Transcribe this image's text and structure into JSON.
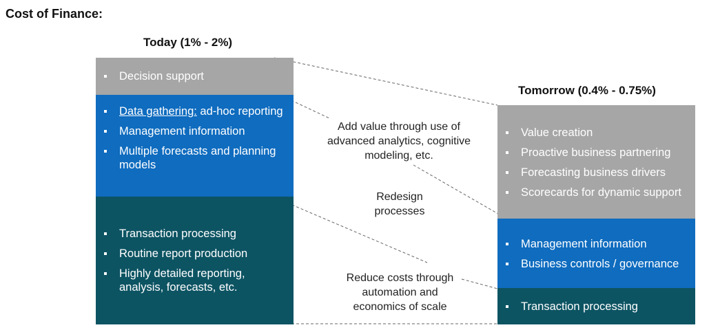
{
  "title": "Cost of Finance:",
  "today": {
    "heading": "Today (1% - 2%)",
    "decision_support": [
      "Decision support"
    ],
    "middle": [
      {
        "underlined": "Data gathering:",
        "rest": " ad-hoc reporting"
      },
      "Management information",
      "Multiple forecasts and planning models"
    ],
    "bottom": [
      "Transaction processing",
      "Routine report production",
      "Highly detailed reporting, analysis, forecasts, etc."
    ]
  },
  "tomorrow": {
    "heading": "Tomorrow (0.4% - 0.75%)",
    "top": [
      "Value creation",
      "Proactive business partnering",
      "Forecasting business drivers",
      "Scorecards for dynamic support"
    ],
    "middle": [
      "Management information",
      "Business controls / governance"
    ],
    "bottom": [
      "Transaction processing"
    ]
  },
  "annotations": {
    "add_value": "Add value through use of advanced analytics, cognitive modeling, etc.",
    "redesign": "Redesign processes",
    "reduce_costs": "Reduce costs through automation and economics of scale"
  },
  "colors": {
    "gray": "#a6a6a6",
    "blue": "#0f6cbf",
    "teal": "#0d5463",
    "connector": "#666666"
  }
}
